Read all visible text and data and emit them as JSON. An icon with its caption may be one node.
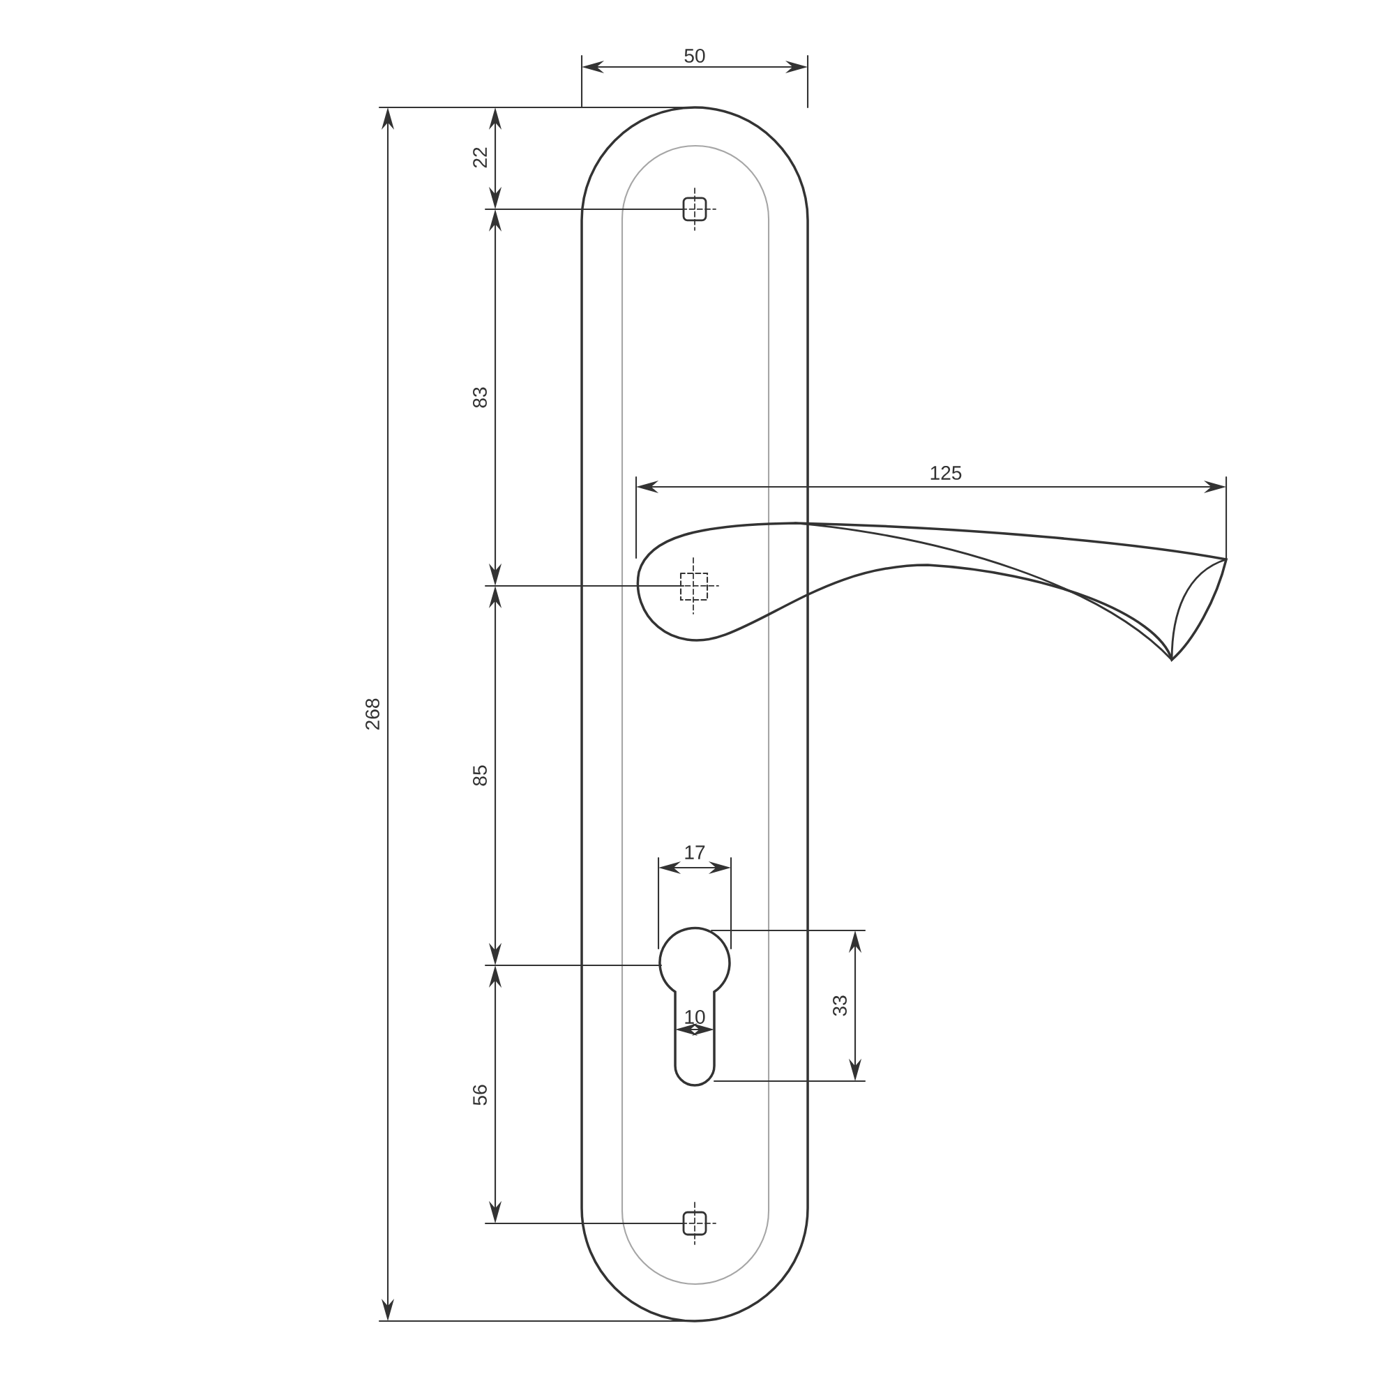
{
  "diagram": {
    "labels": [
      "50",
      "22",
      "83",
      "125",
      "268",
      "85",
      "17",
      "33",
      "10",
      "56"
    ]
  }
}
